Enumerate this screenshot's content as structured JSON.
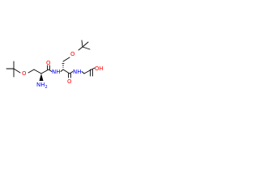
{
  "molecule": {
    "atom_labels": {
      "o_ether_left": "O",
      "nh2": "NH",
      "nh2_subscript": "2",
      "nh_amide_1": "NH",
      "o_carbonyl_1": "O",
      "o_ether_right": "O",
      "nh_amide_2": "NH",
      "o_carbonyl_2": "O",
      "oh": "OH"
    },
    "colors": {
      "bond": "#000000",
      "oxygen": "#ff0000",
      "nitrogen": "#0000ff"
    }
  }
}
